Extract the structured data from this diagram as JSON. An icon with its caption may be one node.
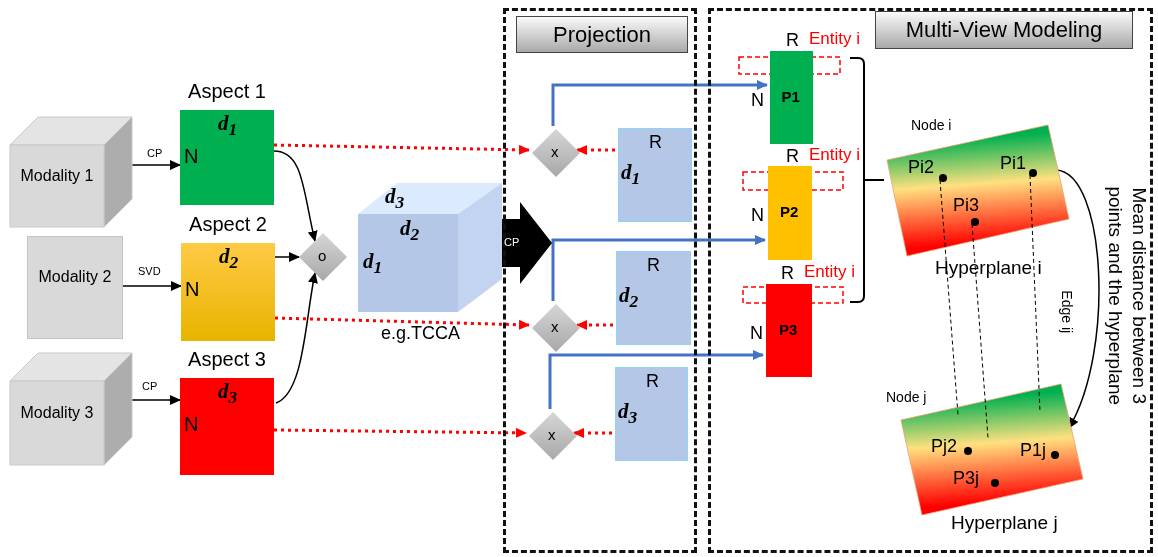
{
  "diagram": {
    "nodes": [
      {
        "text": [
          "Modality 1"
        ]
      },
      {
        "text": [
          "Modality 2"
        ]
      },
      {
        "text": [
          "Modality 3"
        ]
      },
      {
        "text": [
          "Aspect 1",
          "d$_{1}$",
          "N"
        ]
      },
      {
        "text": [
          "Aspect 2",
          "d$_{2}$",
          "N"
        ]
      },
      {
        "text": [
          "Aspect 3",
          "d$_{3}$",
          "N"
        ]
      },
      {
        "text": [
          "o"
        ]
      },
      {
        "text": [
          "d$_{3}$",
          "d$_{2}$",
          "d$_{1}$"
        ],
        "beside": [
          "e.g.TCCA"
        ]
      },
      {
        "text": [
          "Projection"
        ]
      },
      {
        "text": [
          "Multi-View Modeling"
        ]
      },
      {
        "text": [
          "x"
        ],
        "in": 8
      },
      {
        "text": [
          "R",
          "d$_{1}$"
        ],
        "in": 8
      },
      {
        "text": [
          "x"
        ],
        "in": 8
      },
      {
        "text": [
          "R",
          "d$_{2}$"
        ],
        "in": 8
      },
      {
        "text": [
          "x"
        ],
        "in": 8
      },
      {
        "text": [
          "R",
          "d$_{3}$"
        ],
        "in": 8
      },
      {
        "text": [
          "P1"
        ],
        "beside": [
          "R",
          "Entity i",
          "N"
        ],
        "in": 9
      },
      {
        "text": [
          "P2"
        ],
        "beside": [
          "R",
          "Entity i",
          "N"
        ],
        "in": 9
      },
      {
        "text": [
          "P3"
        ],
        "beside": [
          "R",
          "Entity i",
          "N"
        ],
        "in": 9
      },
      {
        "text": [
          "Pi2",
          "Pi1",
          "Pi3"
        ],
        "beside": [
          "Node i",
          "Hyperplane i"
        ],
        "in": 9
      },
      {
        "text": [
          "Pj2",
          "P1j",
          "P3j"
        ],
        "beside": [
          "Node j",
          "Hyperplane j"
        ],
        "in": 9
      }
    ],
    "edges": [
      {
        "from": 0,
        "to": 3,
        "arrow": "to",
        "label": "CP"
      },
      {
        "from": 1,
        "to": 4,
        "arrow": "to",
        "label": "SVD"
      },
      {
        "from": 2,
        "to": 5,
        "arrow": "to",
        "label": "CP"
      },
      {
        "from": 3,
        "to": 6,
        "arrow": "to"
      },
      {
        "from": 4,
        "to": 6,
        "arrow": "to"
      },
      {
        "from": 5,
        "to": 6,
        "arrow": "to"
      },
      {
        "from": 3,
        "to": 10,
        "arrow": "to",
        "style": "dashed",
        "color": "#ff0000"
      },
      {
        "from": 4,
        "to": 12,
        "arrow": "to",
        "style": "dashed",
        "color": "#ff0000"
      },
      {
        "from": 5,
        "to": 14,
        "arrow": "to",
        "style": "dashed",
        "color": "#ff0000"
      },
      {
        "from": 11,
        "to": 10,
        "arrow": "to",
        "style": "dashed",
        "color": "#ff0000"
      },
      {
        "from": 13,
        "to": 12,
        "arrow": "to",
        "style": "dashed",
        "color": "#ff0000"
      },
      {
        "from": 15,
        "to": 14,
        "arrow": "to",
        "style": "dashed",
        "color": "#ff0000"
      },
      {
        "from": 10,
        "to": 16,
        "arrow": "to",
        "color": "#4472c4"
      },
      {
        "from": 12,
        "to": 17,
        "arrow": "to",
        "color": "#4472c4"
      },
      {
        "from": 14,
        "to": 18,
        "arrow": "to",
        "color": "#4472c4"
      },
      {
        "from": 7,
        "to": null,
        "arrow": "to",
        "style": "thick",
        "label": "CP"
      },
      {
        "from": 19,
        "to": 20,
        "arrow": "to",
        "label": "Edge ij"
      }
    ],
    "labels": [
      "Mean distance between 3 points and the hyperplane"
    ]
  }
}
